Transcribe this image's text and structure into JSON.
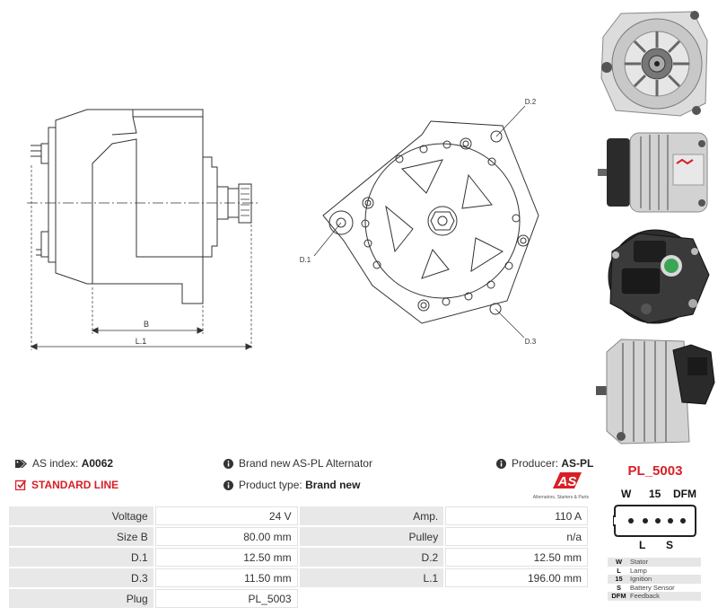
{
  "drawing": {
    "side_labels": {
      "b": "B",
      "l1": "L.1"
    },
    "front_labels": {
      "d1": "D.1",
      "d2": "D.2",
      "d3": "D.3"
    }
  },
  "photos": [
    "rear-view-photo",
    "side-view-photo",
    "regulator-view-photo",
    "side-regulator-photo"
  ],
  "info": {
    "as_index_label": "AS index:",
    "as_index_value": "A0062",
    "line_label": "STANDARD LINE",
    "description": "Brand new AS-PL Alternator",
    "product_type_label": "Product type:",
    "product_type_value": "Brand new",
    "producer_label": "Producer:",
    "producer_value": "AS-PL",
    "logo_text": "AS",
    "logo_tagline": "Alternators, Starters & Parts"
  },
  "specs": [
    {
      "k1": "Voltage",
      "v1": "24 V",
      "k2": "Amp.",
      "v2": "110 A"
    },
    {
      "k1": "Size B",
      "v1": "80.00 mm",
      "k2": "Pulley",
      "v2": "n/a"
    },
    {
      "k1": "D.1",
      "v1": "12.50 mm",
      "k2": "D.2",
      "v2": "12.50 mm"
    },
    {
      "k1": "D.3",
      "v1": "11.50 mm",
      "k2": "L.1",
      "v2": "196.00 mm"
    },
    {
      "k1": "Plug",
      "v1": "PL_5003",
      "k2": "",
      "v2": ""
    }
  ],
  "plug": {
    "title": "PL_5003",
    "top_pins": [
      "W",
      "15",
      "DFM"
    ],
    "bottom_pins": [
      "L",
      "S"
    ],
    "legend": [
      {
        "code": "W",
        "desc": "Stator"
      },
      {
        "code": "L",
        "desc": "Lamp"
      },
      {
        "code": "15",
        "desc": "Ignition"
      },
      {
        "code": "S",
        "desc": "Battery Sensor"
      },
      {
        "code": "DFM",
        "desc": "Feedback"
      }
    ]
  },
  "colors": {
    "accent": "#d81f26",
    "label_bg": "#e8e8e8"
  }
}
